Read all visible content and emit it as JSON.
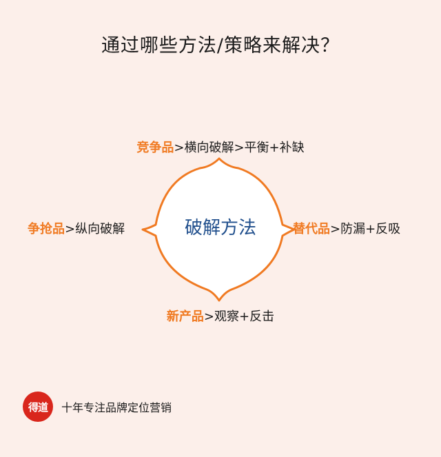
{
  "title": "通过哪些方法/策略来解决？",
  "center": "破解方法",
  "branches": {
    "top": {
      "key": "竞争品",
      "text": ">横向破解>平衡+补缺"
    },
    "left": {
      "key": "争抢品",
      "text": ">纵向破解"
    },
    "right": {
      "key": "替代品",
      "text": ">防漏+反吸"
    },
    "bottom": {
      "key": "新产品",
      "text": ">观察+反击"
    }
  },
  "footer": {
    "logo_text": "得道",
    "slogan": "十年专注品牌定位营销"
  },
  "colors": {
    "background": "#fcefea",
    "accent": "#f07a22",
    "center_text": "#1f4e8c",
    "logo": "#d9261c"
  }
}
